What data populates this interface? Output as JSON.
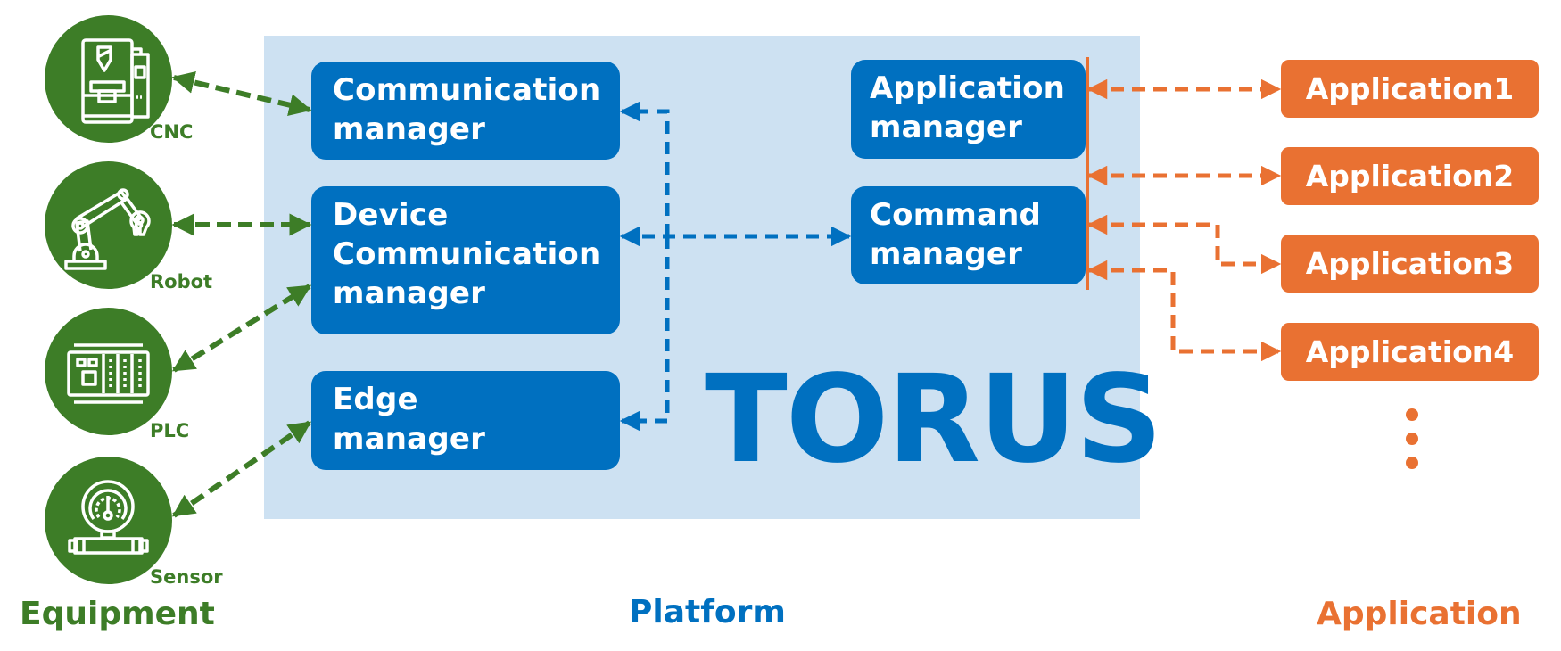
{
  "equipment": {
    "section_label": "Equipment",
    "items": [
      {
        "label": "CNC",
        "icon": "cnc-machine-icon"
      },
      {
        "label": "Robot",
        "icon": "robot-arm-icon"
      },
      {
        "label": "PLC",
        "icon": "plc-icon"
      },
      {
        "label": "Sensor",
        "icon": "pressure-gauge-icon"
      }
    ],
    "color": "#3D7D27"
  },
  "platform": {
    "section_label": "Platform",
    "brand": "TORUS",
    "color": "#0070C0",
    "background": "#CDE1F2",
    "managers": {
      "communication": [
        "Communication",
        "manager"
      ],
      "device_communication": [
        "Device",
        "Communication",
        "manager"
      ],
      "edge": [
        "Edge",
        "manager"
      ],
      "application": [
        "Application",
        "manager"
      ],
      "command": [
        "Command",
        "manager"
      ]
    }
  },
  "application": {
    "section_label": "Application",
    "color": "#E97132",
    "items": [
      "Application1",
      "Application2",
      "Application3",
      "Application4"
    ],
    "more_indicator": "vertical-ellipsis"
  },
  "connections": [
    {
      "from": "CNC",
      "to": "Communication manager",
      "style": "dashed",
      "direction": "bidirectional"
    },
    {
      "from": "Robot",
      "to": "Device Communication manager",
      "style": "dashed",
      "direction": "bidirectional"
    },
    {
      "from": "PLC",
      "to": "Device Communication manager",
      "style": "dashed",
      "direction": "bidirectional"
    },
    {
      "from": "Sensor",
      "to": "Edge manager",
      "style": "dashed",
      "direction": "bidirectional"
    },
    {
      "from": "Device Communication manager",
      "to": "Communication manager",
      "style": "dashed",
      "direction": "bidirectional"
    },
    {
      "from": "Device Communication manager",
      "to": "Edge manager",
      "style": "dashed",
      "direction": "bidirectional"
    },
    {
      "from": "Device Communication manager",
      "to": "Command manager",
      "style": "dashed",
      "direction": "bidirectional"
    },
    {
      "from": "Application/Command bus",
      "to": "Application1",
      "style": "dashed",
      "direction": "bidirectional"
    },
    {
      "from": "Application/Command bus",
      "to": "Application2",
      "style": "dashed",
      "direction": "bidirectional"
    },
    {
      "from": "Application/Command bus",
      "to": "Application3",
      "style": "dashed",
      "direction": "bidirectional"
    },
    {
      "from": "Application/Command bus",
      "to": "Application4",
      "style": "dashed",
      "direction": "bidirectional"
    }
  ]
}
